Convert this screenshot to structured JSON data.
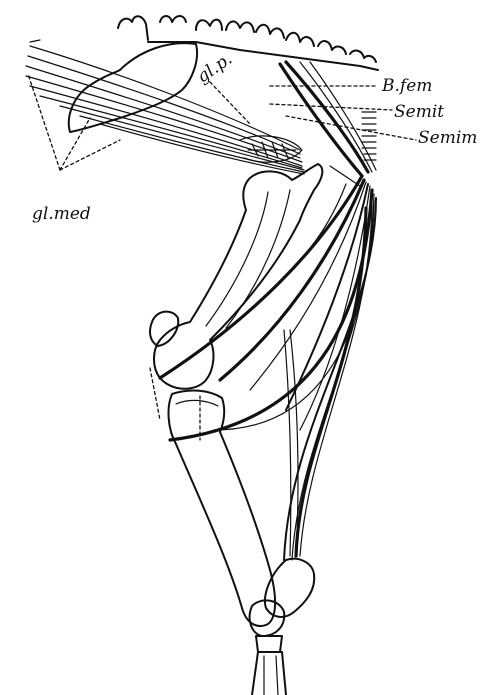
{
  "figure": {
    "labels": {
      "gl_p": "gl.p.",
      "b_fem": "B.fem",
      "semit": "Semit",
      "semim": "Semim",
      "gl_med": "gl.med"
    }
  }
}
